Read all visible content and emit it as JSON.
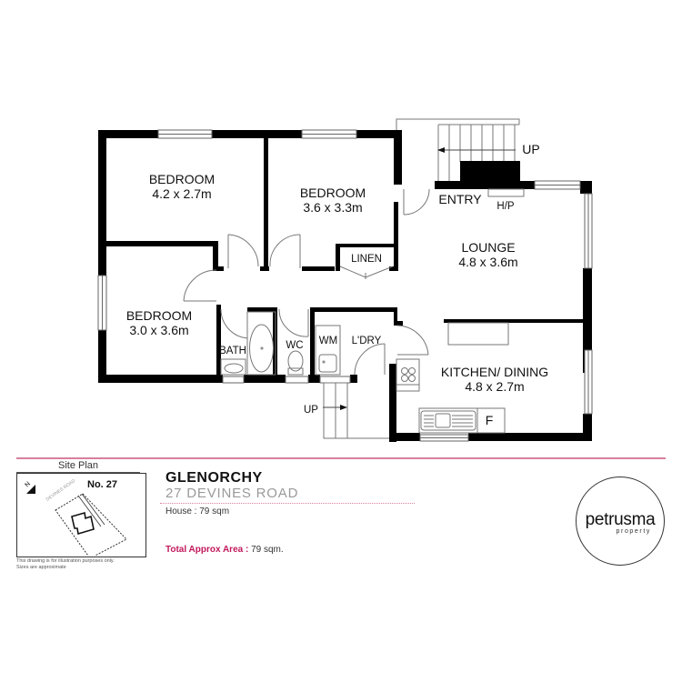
{
  "floor_plan": {
    "rooms": [
      {
        "id": "bedroom1",
        "name": "BEDROOM",
        "size": "4.2 x 2.7m"
      },
      {
        "id": "bedroom2",
        "name": "BEDROOM",
        "size": "3.6 x 3.3m"
      },
      {
        "id": "bedroom3",
        "name": "BEDROOM",
        "size": "3.0 x 3.6m"
      },
      {
        "id": "lounge",
        "name": "LOUNGE",
        "size": "4.8 x 3.6m"
      },
      {
        "id": "kitchen",
        "name": "KITCHEN/ DINING",
        "size": "4.8 x 2.7m"
      }
    ],
    "labels": {
      "linen": "LINEN",
      "entry": "ENTRY",
      "hp": "H/P",
      "stairs_up_top": "UP",
      "bath": "BATH",
      "wc": "WC",
      "wm": "WM",
      "laundry": "L'DRY",
      "stairs_up_bottom": "UP",
      "fridge": "F"
    },
    "colors": {
      "wall": "#000000",
      "fixture": "#777777"
    }
  },
  "footer": {
    "site_plan": {
      "title": "Site Plan",
      "lot_number": "No. 27",
      "road_label": "DEVINES ROAD",
      "north_label": "N",
      "note_line1": "This drawing is for illustration purposes only.",
      "note_line2": "Sizes are approximate"
    },
    "address": {
      "suburb": "GLENORCHY",
      "street": "27 DEVINES ROAD"
    },
    "house_area": "House : 79 sqm",
    "total_area_label": "Total Approx Area :",
    "total_area_value": " 79 sqm.",
    "logo": {
      "brand": "petrusma",
      "sub": "property"
    },
    "accent_color": "#d9809e",
    "highlight_color": "#c2185b"
  }
}
